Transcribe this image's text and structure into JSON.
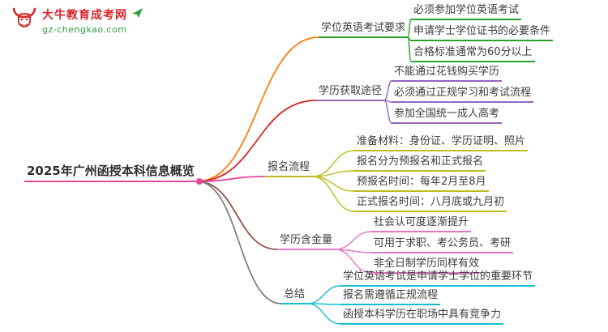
{
  "logo": {
    "title": "大牛教育成考网",
    "subtitle": "gz-chengkao.com",
    "brand_color": "#d9262c",
    "subtitle_color": "#2e9e3e"
  },
  "root": {
    "label": "2025年广州函授本科信息概览",
    "color": "#e5459c"
  },
  "branches": [
    {
      "label": "学位英语考试要求",
      "color": "#2ca02c",
      "link_color": "#ff7f0e",
      "children": [
        "必须参加学位英语考试",
        "申请学士学位证书的必要条件",
        "合格标准通常为60分以上"
      ]
    },
    {
      "label": "学历获取途径",
      "color": "#9467bd",
      "link_color": "#d62728",
      "children": [
        "不能通过花钱购买学历",
        "必须通过正规学习和考试流程",
        "参加全国统一成人高考"
      ]
    },
    {
      "label": "报名流程",
      "color": "#bcbd22",
      "link_color": "#e5459c",
      "children": [
        "准备材料：身份证、学历证明、照片",
        "报名分为预报名和正式报名",
        "预报名时间：每年2月至8月",
        "正式报名时间：八月底或九月初"
      ]
    },
    {
      "label": "学历含金量",
      "color": "#e377c2",
      "link_color": "#8c564b",
      "children": [
        "社会认可度逐渐提升",
        "可用于求职、考公务员、考研",
        "非全日制学历同样有效"
      ]
    },
    {
      "label": "总结",
      "color": "#17becf",
      "link_color": "#7f7f7f",
      "children": [
        "学位英语考试是申请学士学位的重要环节",
        "报名需遵循正规流程",
        "函授本科学历在职场中具有竞争力"
      ]
    }
  ]
}
